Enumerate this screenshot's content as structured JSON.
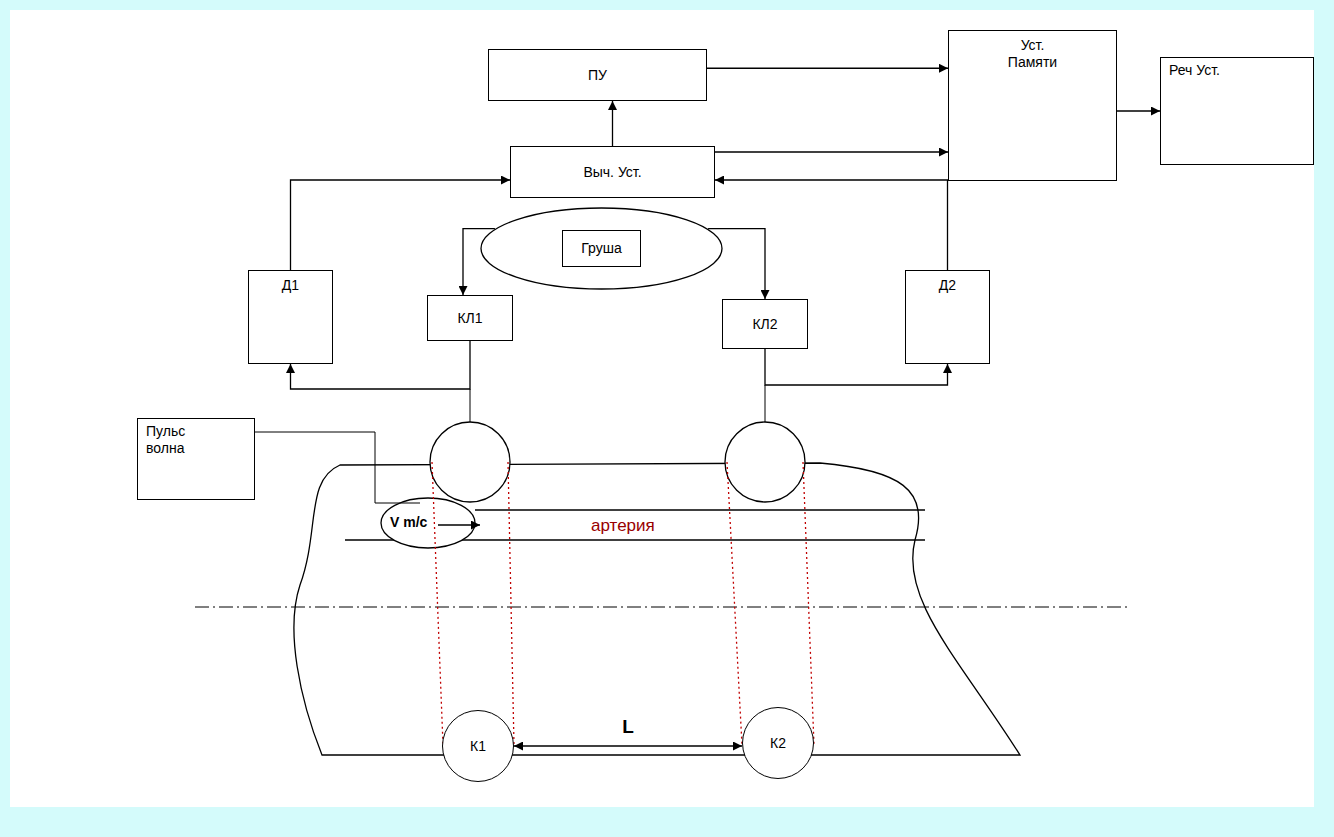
{
  "diagram": {
    "nodes": [
      {
        "text": [
          "ПУ"
        ]
      },
      {
        "text": [
          "Уст. Памяти"
        ]
      },
      {
        "text": [
          "Реч Уст."
        ]
      },
      {
        "text": [
          "Выч. Уст."
        ]
      },
      {
        "text": [
          "Груша"
        ]
      },
      {
        "text": [
          "Д1"
        ]
      },
      {
        "text": [
          "КЛ1"
        ]
      },
      {
        "text": [
          "КЛ2"
        ]
      },
      {
        "text": [
          "Д2"
        ]
      },
      {
        "text": [
          "Пульс волна"
        ]
      },
      {
        "text": [
          "К1"
        ]
      },
      {
        "text": [
          "К2"
        ]
      }
    ],
    "edges": [
      {
        "from": 3,
        "to": 0,
        "arrow": "to"
      },
      {
        "from": 0,
        "to": 1,
        "arrow": "to"
      },
      {
        "from": 3,
        "to": 1,
        "arrow": "to"
      },
      {
        "from": 1,
        "to": 2,
        "arrow": "to"
      },
      {
        "from": 5,
        "to": 3,
        "arrow": "to"
      },
      {
        "from": 8,
        "to": 3,
        "arrow": "to"
      },
      {
        "from": 4,
        "to": 6,
        "arrow": "to"
      },
      {
        "from": 4,
        "to": 7,
        "arrow": "to"
      },
      {
        "from": 6,
        "to": 5,
        "arrow": "to"
      },
      {
        "from": 7,
        "to": 8,
        "arrow": "to"
      },
      {
        "from": 10,
        "to": 11,
        "label": "L",
        "arrow": "both"
      }
    ],
    "labels": [
      "V m/c",
      "артерия"
    ]
  }
}
